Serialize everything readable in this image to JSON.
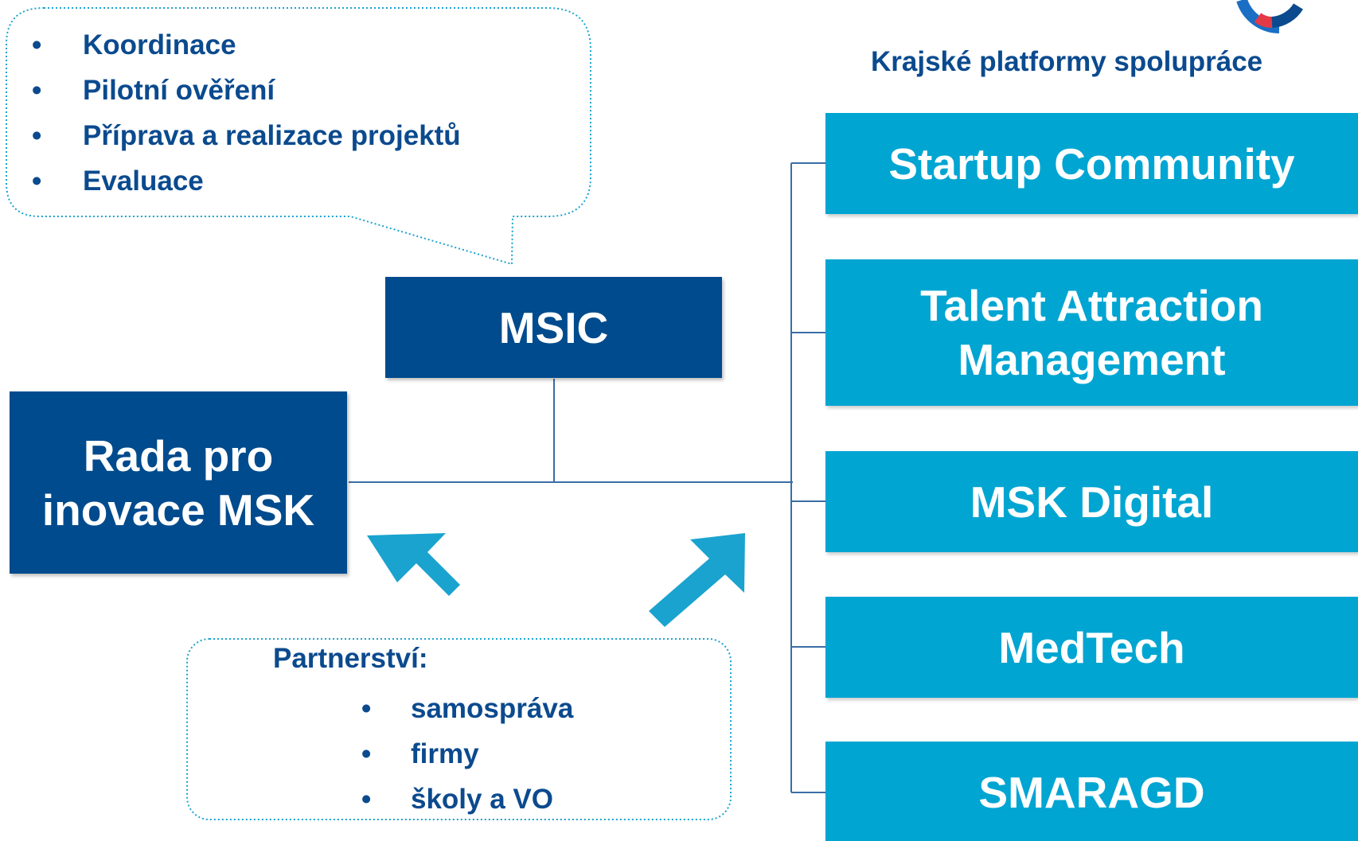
{
  "colors": {
    "dark_box": "#004b8d",
    "light_box": "#00a5d2",
    "text_blue": "#0b4a8e",
    "connector": "#3a6ea5",
    "arrow": "#1aa3cf",
    "bubble_border": "#1aa3cf",
    "logo_blue": "#1a6fc4",
    "logo_red": "#e63946"
  },
  "activities": {
    "items": [
      "Koordinace",
      "Pilotní ověření",
      "Příprava a realizace projektů",
      "Evaluace"
    ]
  },
  "platforms": {
    "title": "Krajské platformy spolupráce",
    "items": [
      "Startup Community",
      "Talent Attraction\nManagement",
      "MSK Digital",
      "MedTech",
      "SMARAGD"
    ]
  },
  "msic": {
    "label": "MSIC"
  },
  "council": {
    "label": "Rada pro\ninovace MSK"
  },
  "partnership": {
    "title": "Partnerství:",
    "items": [
      "samospráva",
      "firmy",
      "školy a VO"
    ]
  },
  "icons": {
    "logo": "circle-logo-icon",
    "arrow_left": "arrow-up-left-icon",
    "arrow_right": "arrow-up-right-icon"
  }
}
